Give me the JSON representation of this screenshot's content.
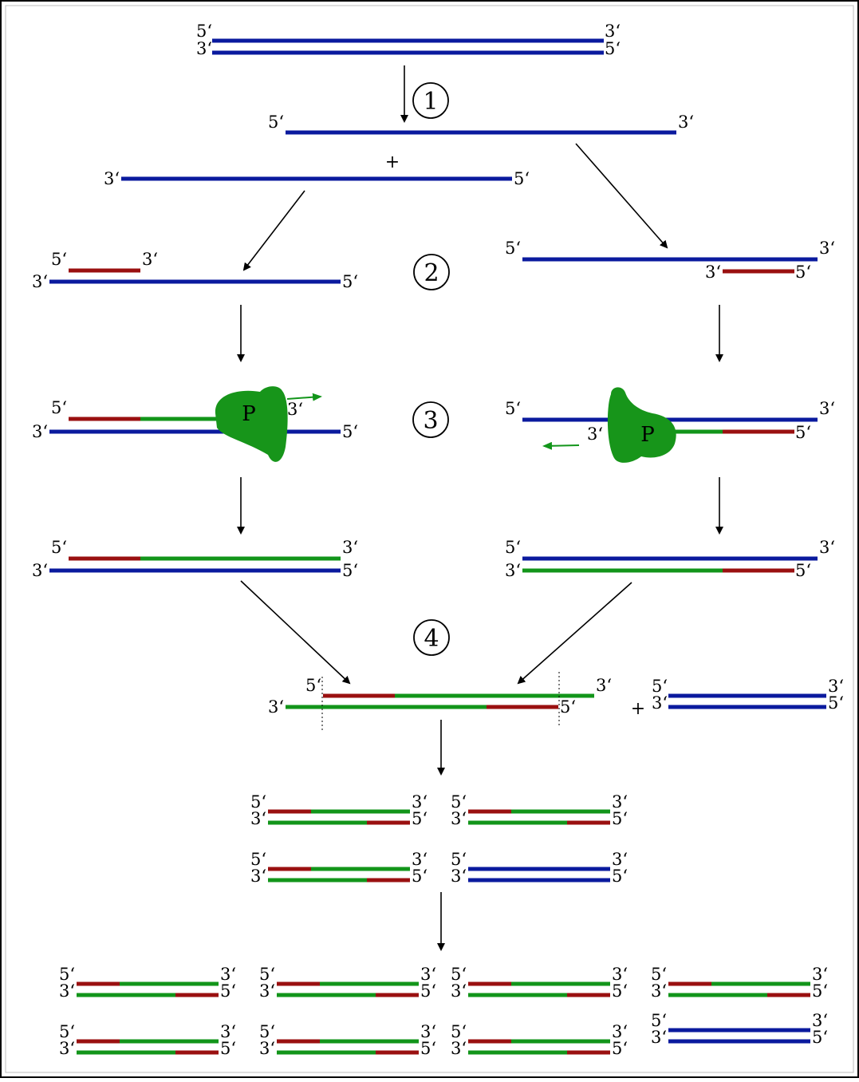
{
  "labels": {
    "five_prime": "5‘",
    "three_prime": "3‘",
    "plus": "+",
    "polymerase": "P"
  },
  "steps": [
    "1",
    "2",
    "3",
    "4"
  ],
  "colors": {
    "template": "#0a1a9e",
    "primer": "#9a1010",
    "new_strand": "#12951a",
    "polymerase": "#17951a",
    "arrow": "#000000",
    "frame": "#000000"
  },
  "icons": [
    "arrow-down-icon",
    "arrow-diagonal-icon",
    "polymerase-icon",
    "extension-direction-arrow-icon"
  ]
}
